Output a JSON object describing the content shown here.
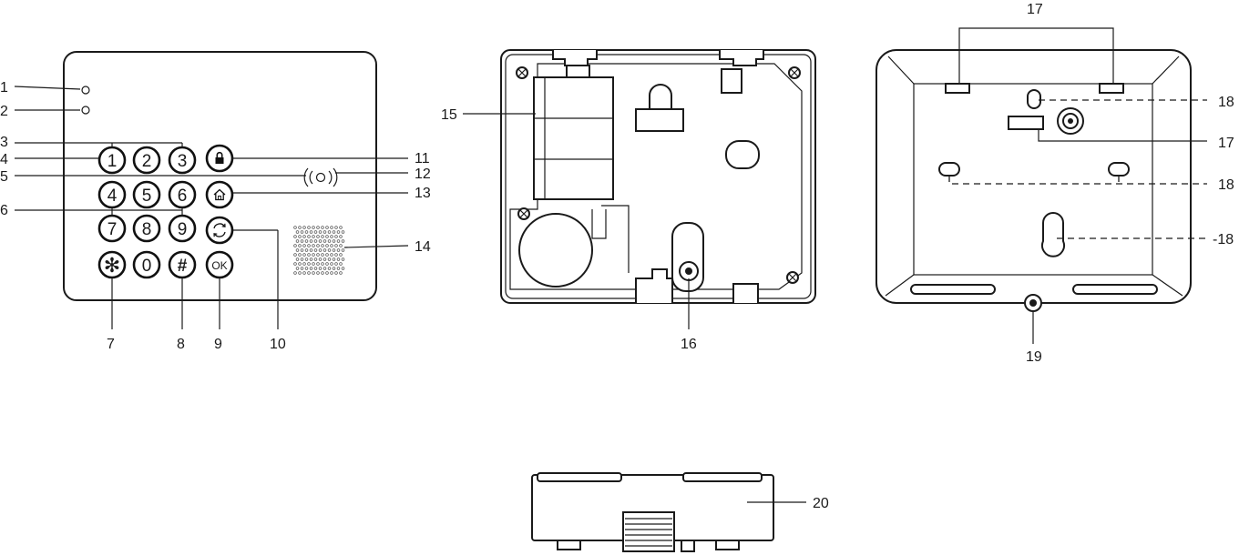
{
  "callouts": {
    "c1": "1",
    "c2": "2",
    "c3": "3",
    "c4": "4",
    "c5": "5",
    "c6": "6",
    "c7": "7",
    "c8": "8",
    "c9": "9",
    "c10": "10",
    "c11": "11",
    "c12": "12",
    "c13": "13",
    "c14": "14",
    "c15": "15",
    "c16": "16",
    "c17a": "17",
    "c17b": "17",
    "c18a": "18",
    "c18b": "18",
    "c18c": "-18",
    "c19": "19",
    "c20": "20"
  },
  "keypad": {
    "keys": [
      "1",
      "2",
      "3",
      "4",
      "5",
      "6",
      "7",
      "8",
      "9",
      "✻",
      "0",
      "#"
    ],
    "ok_label": "OK"
  },
  "icons": {
    "arm": "lock-icon",
    "home": "home-icon",
    "refresh": "refresh-icon",
    "rfid": "rfid-wave-icon"
  }
}
